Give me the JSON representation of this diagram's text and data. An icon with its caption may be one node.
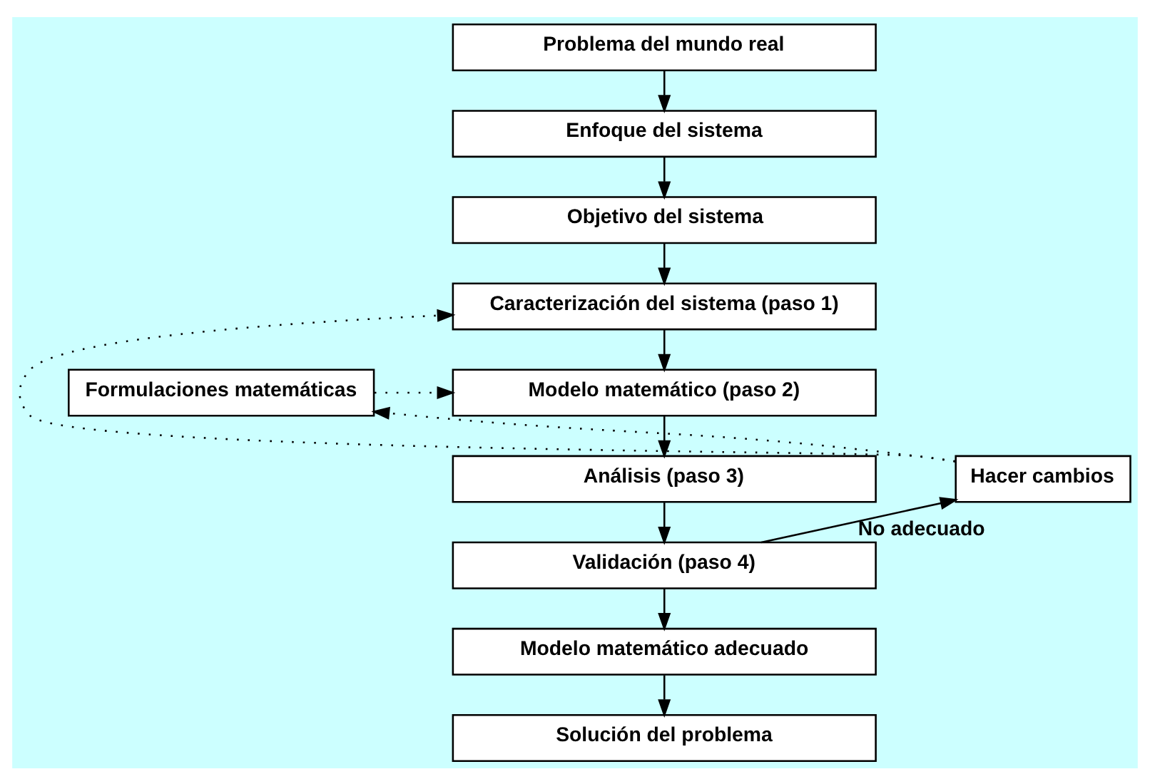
{
  "diagram": {
    "nodes": [
      {
        "text": [
          "Problema del mundo real"
        ]
      },
      {
        "text": [
          "Enfoque del sistema"
        ]
      },
      {
        "text": [
          "Objetivo del sistema"
        ]
      },
      {
        "text": [
          "Caracterización del sistema (paso 1)"
        ]
      },
      {
        "text": [
          "Formulaciones matemáticas"
        ]
      },
      {
        "text": [
          "Modelo matemático (paso 2)"
        ]
      },
      {
        "text": [
          "Hacer cambios"
        ]
      },
      {
        "text": [
          "Análisis (paso 3)"
        ]
      },
      {
        "text": [
          "Validación (paso 4)"
        ]
      },
      {
        "text": [
          "Modelo matemático adecuado"
        ]
      },
      {
        "text": [
          "Solución del problema"
        ]
      }
    ],
    "edges": [
      {
        "from": 0,
        "to": 1,
        "arrow": "to"
      },
      {
        "from": 1,
        "to": 2,
        "arrow": "to"
      },
      {
        "from": 2,
        "to": 3,
        "arrow": "to"
      },
      {
        "from": 3,
        "to": 5,
        "arrow": "to"
      },
      {
        "from": 5,
        "to": 7,
        "arrow": "to"
      },
      {
        "from": 7,
        "to": 8,
        "arrow": "to"
      },
      {
        "from": 8,
        "to": 9,
        "arrow": "to"
      },
      {
        "from": 9,
        "to": 10,
        "arrow": "to"
      },
      {
        "from": 8,
        "to": 6,
        "arrow": "to",
        "label": "No adecuado"
      },
      {
        "from": 6,
        "to": 3,
        "arrow": "to",
        "style": "dashed"
      },
      {
        "from": 6,
        "to": 4,
        "arrow": "to",
        "style": "dashed"
      },
      {
        "from": 4,
        "to": 5,
        "arrow": "to",
        "style": "dashed"
      }
    ]
  }
}
